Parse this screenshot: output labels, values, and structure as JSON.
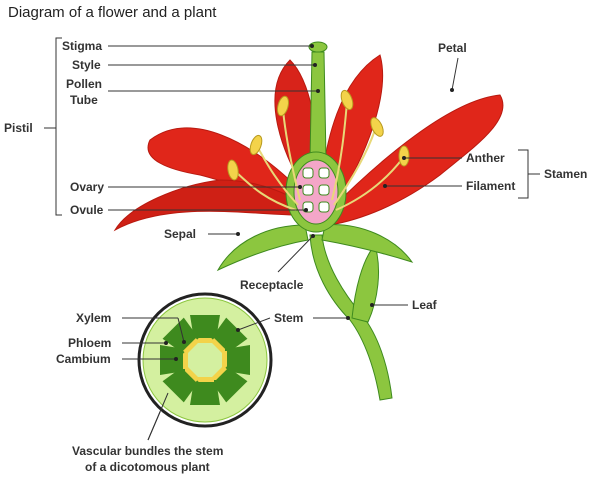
{
  "title": "Diagram of a flower and a plant",
  "labels": {
    "stigma": "Stigma",
    "style": "Style",
    "pollen_tube_1": "Pollen",
    "pollen_tube_2": "Tube",
    "pistil": "Pistil",
    "ovary": "Ovary",
    "ovule": "Ovule",
    "sepal": "Sepal",
    "receptacle": "Receptacle",
    "petal": "Petal",
    "anther": "Anther",
    "filament": "Filament",
    "stamen": "Stamen",
    "leaf": "Leaf",
    "stem": "Stem",
    "xylem": "Xylem",
    "phloem": "Phloem",
    "cambium": "Cambium",
    "caption_1": "Vascular bundles the stem",
    "caption_2": "of a dicotomous plant"
  },
  "colors": {
    "petal": "#e0261a",
    "petal_dark": "#b81a10",
    "green": "#8cc63f",
    "green_dark": "#3e8a1e",
    "ovary_fill": "#f4a6c8",
    "anther": "#f3d34a",
    "cross_section": "#d4f0a0"
  }
}
